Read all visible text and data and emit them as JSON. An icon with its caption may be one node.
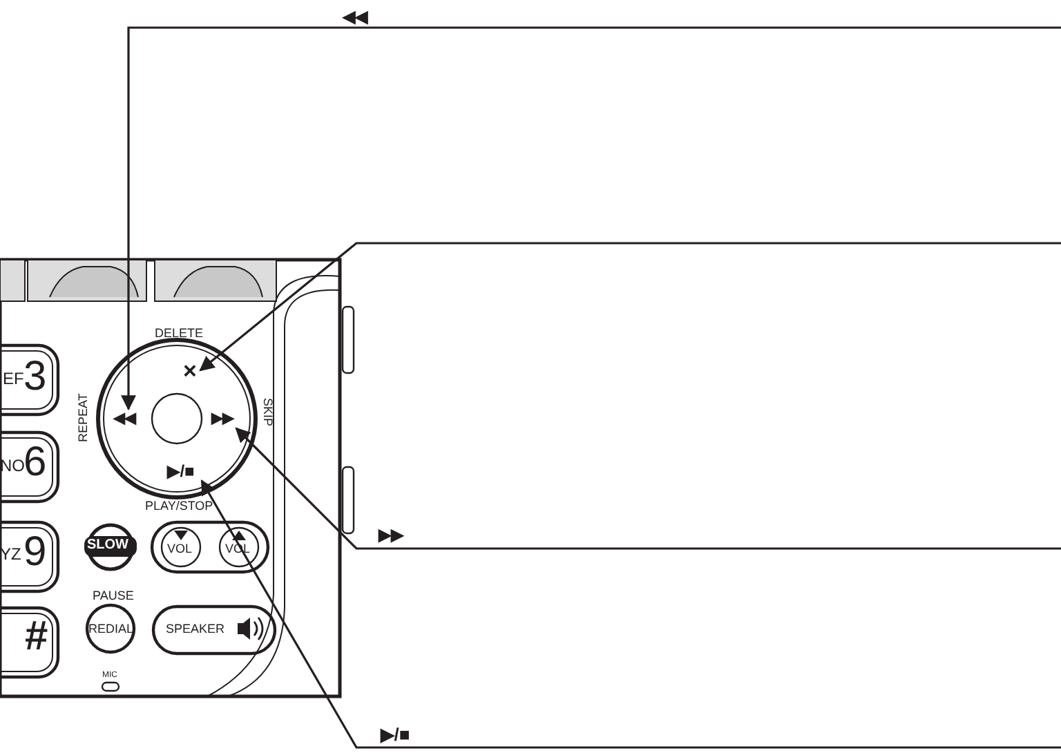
{
  "diagram": {
    "nodes": [
      {
        "text": [
          "◀◀"
        ]
      },
      {
        "text": [
          "×"
        ]
      },
      {
        "text": [
          "◀◀"
        ]
      },
      {
        "text": [
          "▶▶"
        ]
      },
      {
        "text": [
          "▶/■"
        ]
      },
      {
        "text": [
          "▶▶"
        ]
      },
      {
        "text": [
          "▶/■"
        ]
      }
    ],
    "edges": [
      {
        "from": 0,
        "to": 2,
        "arrow": "to"
      },
      {
        "from": null,
        "to": 1,
        "arrow": "to"
      },
      {
        "from": 5,
        "to": 3,
        "arrow": "to"
      },
      {
        "from": 6,
        "to": 4,
        "arrow": "to"
      }
    ],
    "labels": [
      "DELETE",
      "EF",
      "3",
      "REPEAT",
      "SKIP",
      "NO",
      "6",
      "PLAY/STOP",
      "YZ",
      "9",
      "SLOW",
      "VOL",
      "VOL",
      "PAUSE",
      "#",
      "REDIAL",
      "SPEAKER",
      "MIC"
    ]
  }
}
